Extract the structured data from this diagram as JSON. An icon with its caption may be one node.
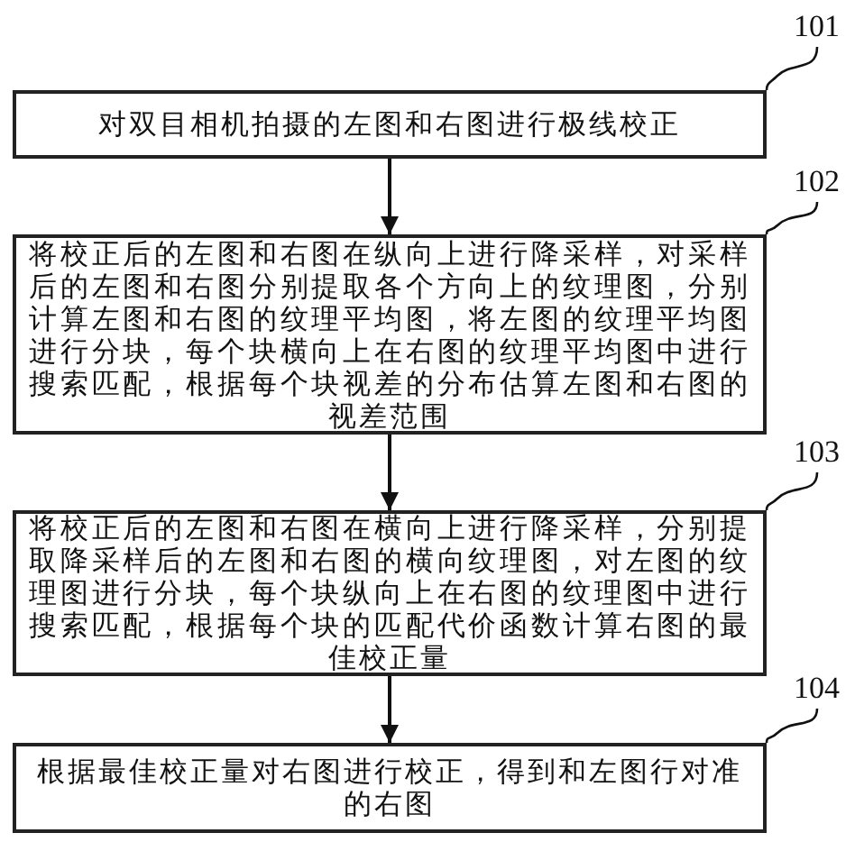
{
  "diagram": {
    "nodes": [
      {
        "text": [
          "对双目相机拍摄的左图和右图进行极线校正"
        ]
      },
      {
        "text": [
          "将校正后的左图和右图在纵向上进行降采样，对采样后的左图和右图分别提取各个方向上的纹理图，分别计算左图和右图的纹理平均图，将左图的纹理平均图进行分块，每个块横向上在右图的纹理平均图中进行搜索匹配，根据每个块视差的分布估算左图和右图的视差范围"
        ]
      },
      {
        "text": [
          "将校正后的左图和右图在横向上进行降采样，分别提取降采样后的左图和右图的横向纹理图，对左图的纹理图进行分块，每个块纵向上在右图的纹理图中进行搜索匹配，根据每个块的匹配代价函数计算右图的最佳校正量"
        ]
      },
      {
        "text": [
          "根据最佳校正量对右图进行校正，得到和左图行对准的右图"
        ]
      },
      {
        "text": [
          "101"
        ]
      },
      {
        "text": [
          "102"
        ]
      },
      {
        "text": [
          "103"
        ]
      },
      {
        "text": [
          "104"
        ]
      }
    ],
    "edges": [
      {
        "from": 0,
        "to": 1,
        "arrow": "to"
      },
      {
        "from": 1,
        "to": 2,
        "arrow": "to"
      },
      {
        "from": 2,
        "to": 3,
        "arrow": "to"
      },
      {
        "from": 4,
        "to": 0,
        "arrow": "none"
      },
      {
        "from": 5,
        "to": 1,
        "arrow": "none"
      },
      {
        "from": 6,
        "to": 2,
        "arrow": "none"
      },
      {
        "from": 7,
        "to": 3,
        "arrow": "none"
      }
    ]
  }
}
